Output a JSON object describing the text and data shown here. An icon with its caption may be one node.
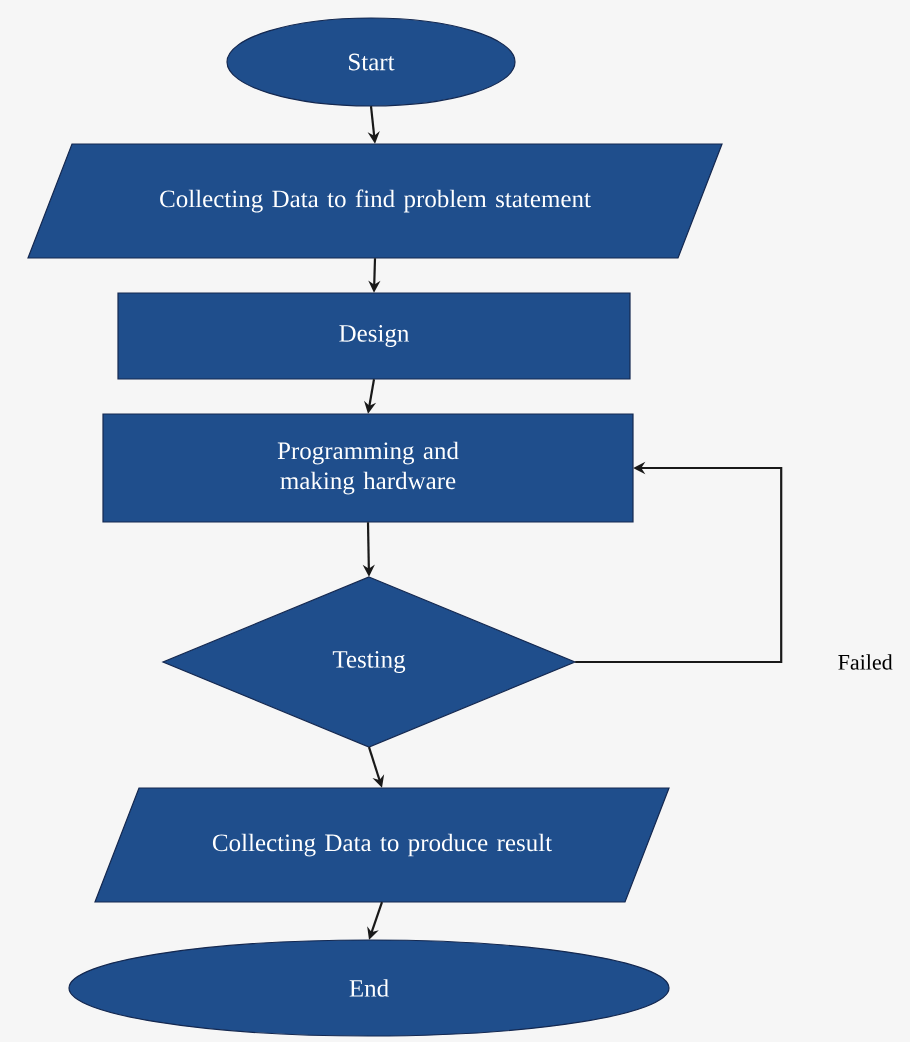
{
  "diagram": {
    "nodes": [
      {
        "text": [
          "Start"
        ]
      },
      {
        "text": [
          "Collecting Data to find problem statement"
        ]
      },
      {
        "text": [
          "Design"
        ]
      },
      {
        "text": [
          "Programming and making hardware"
        ]
      },
      {
        "text": [
          "Testing"
        ]
      },
      {
        "text": [
          "Collecting Data to produce result"
        ]
      },
      {
        "text": [
          "End"
        ]
      }
    ],
    "edges": [
      {
        "from": 0,
        "to": 1,
        "arrow": "to"
      },
      {
        "from": 1,
        "to": 2,
        "arrow": "to"
      },
      {
        "from": 2,
        "to": 3,
        "arrow": "to"
      },
      {
        "from": 3,
        "to": 4,
        "arrow": "to"
      },
      {
        "from": 4,
        "to": 5,
        "arrow": "to"
      },
      {
        "from": 5,
        "to": 6,
        "arrow": "to"
      },
      {
        "from": 4,
        "to": 3,
        "arrow": "to",
        "label": "Failed"
      }
    ]
  }
}
